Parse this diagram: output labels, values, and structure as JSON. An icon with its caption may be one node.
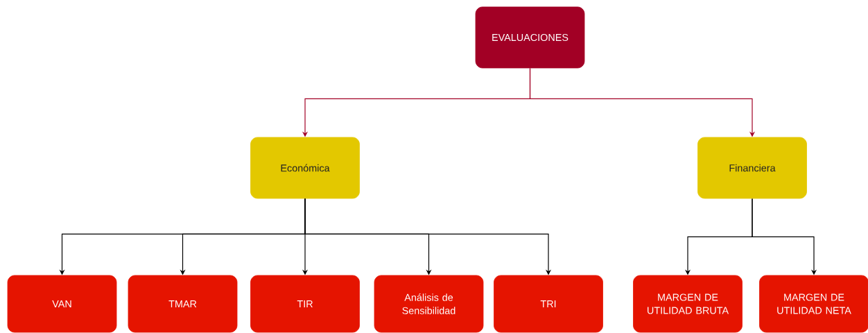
{
  "diagram": {
    "nodes": [
      {
        "text": [
          "EVALUACIONES"
        ]
      },
      {
        "text": [
          "Económica"
        ]
      },
      {
        "text": [
          "Financiera"
        ]
      },
      {
        "text": [
          "VAN"
        ]
      },
      {
        "text": [
          "TMAR"
        ]
      },
      {
        "text": [
          "TIR"
        ]
      },
      {
        "text": [
          "Análisis de Sensibilidad"
        ]
      },
      {
        "text": [
          "TRI"
        ]
      },
      {
        "text": [
          "MARGEN DE UTILIDAD BRUTA"
        ]
      },
      {
        "text": [
          "MARGEN DE UTILIDAD NETA"
        ]
      }
    ],
    "edges": [
      {
        "from": 0,
        "to": 1,
        "arrow": "to",
        "color": "#a20025"
      },
      {
        "from": 0,
        "to": 2,
        "arrow": "to",
        "color": "#a20025"
      },
      {
        "from": 1,
        "to": 3,
        "arrow": "to"
      },
      {
        "from": 1,
        "to": 4,
        "arrow": "to"
      },
      {
        "from": 1,
        "to": 5,
        "arrow": "to"
      },
      {
        "from": 1,
        "to": 6,
        "arrow": "to"
      },
      {
        "from": 1,
        "to": 7,
        "arrow": "to"
      },
      {
        "from": 2,
        "to": 8,
        "arrow": "to"
      },
      {
        "from": 2,
        "to": 9,
        "arrow": "to"
      }
    ]
  }
}
